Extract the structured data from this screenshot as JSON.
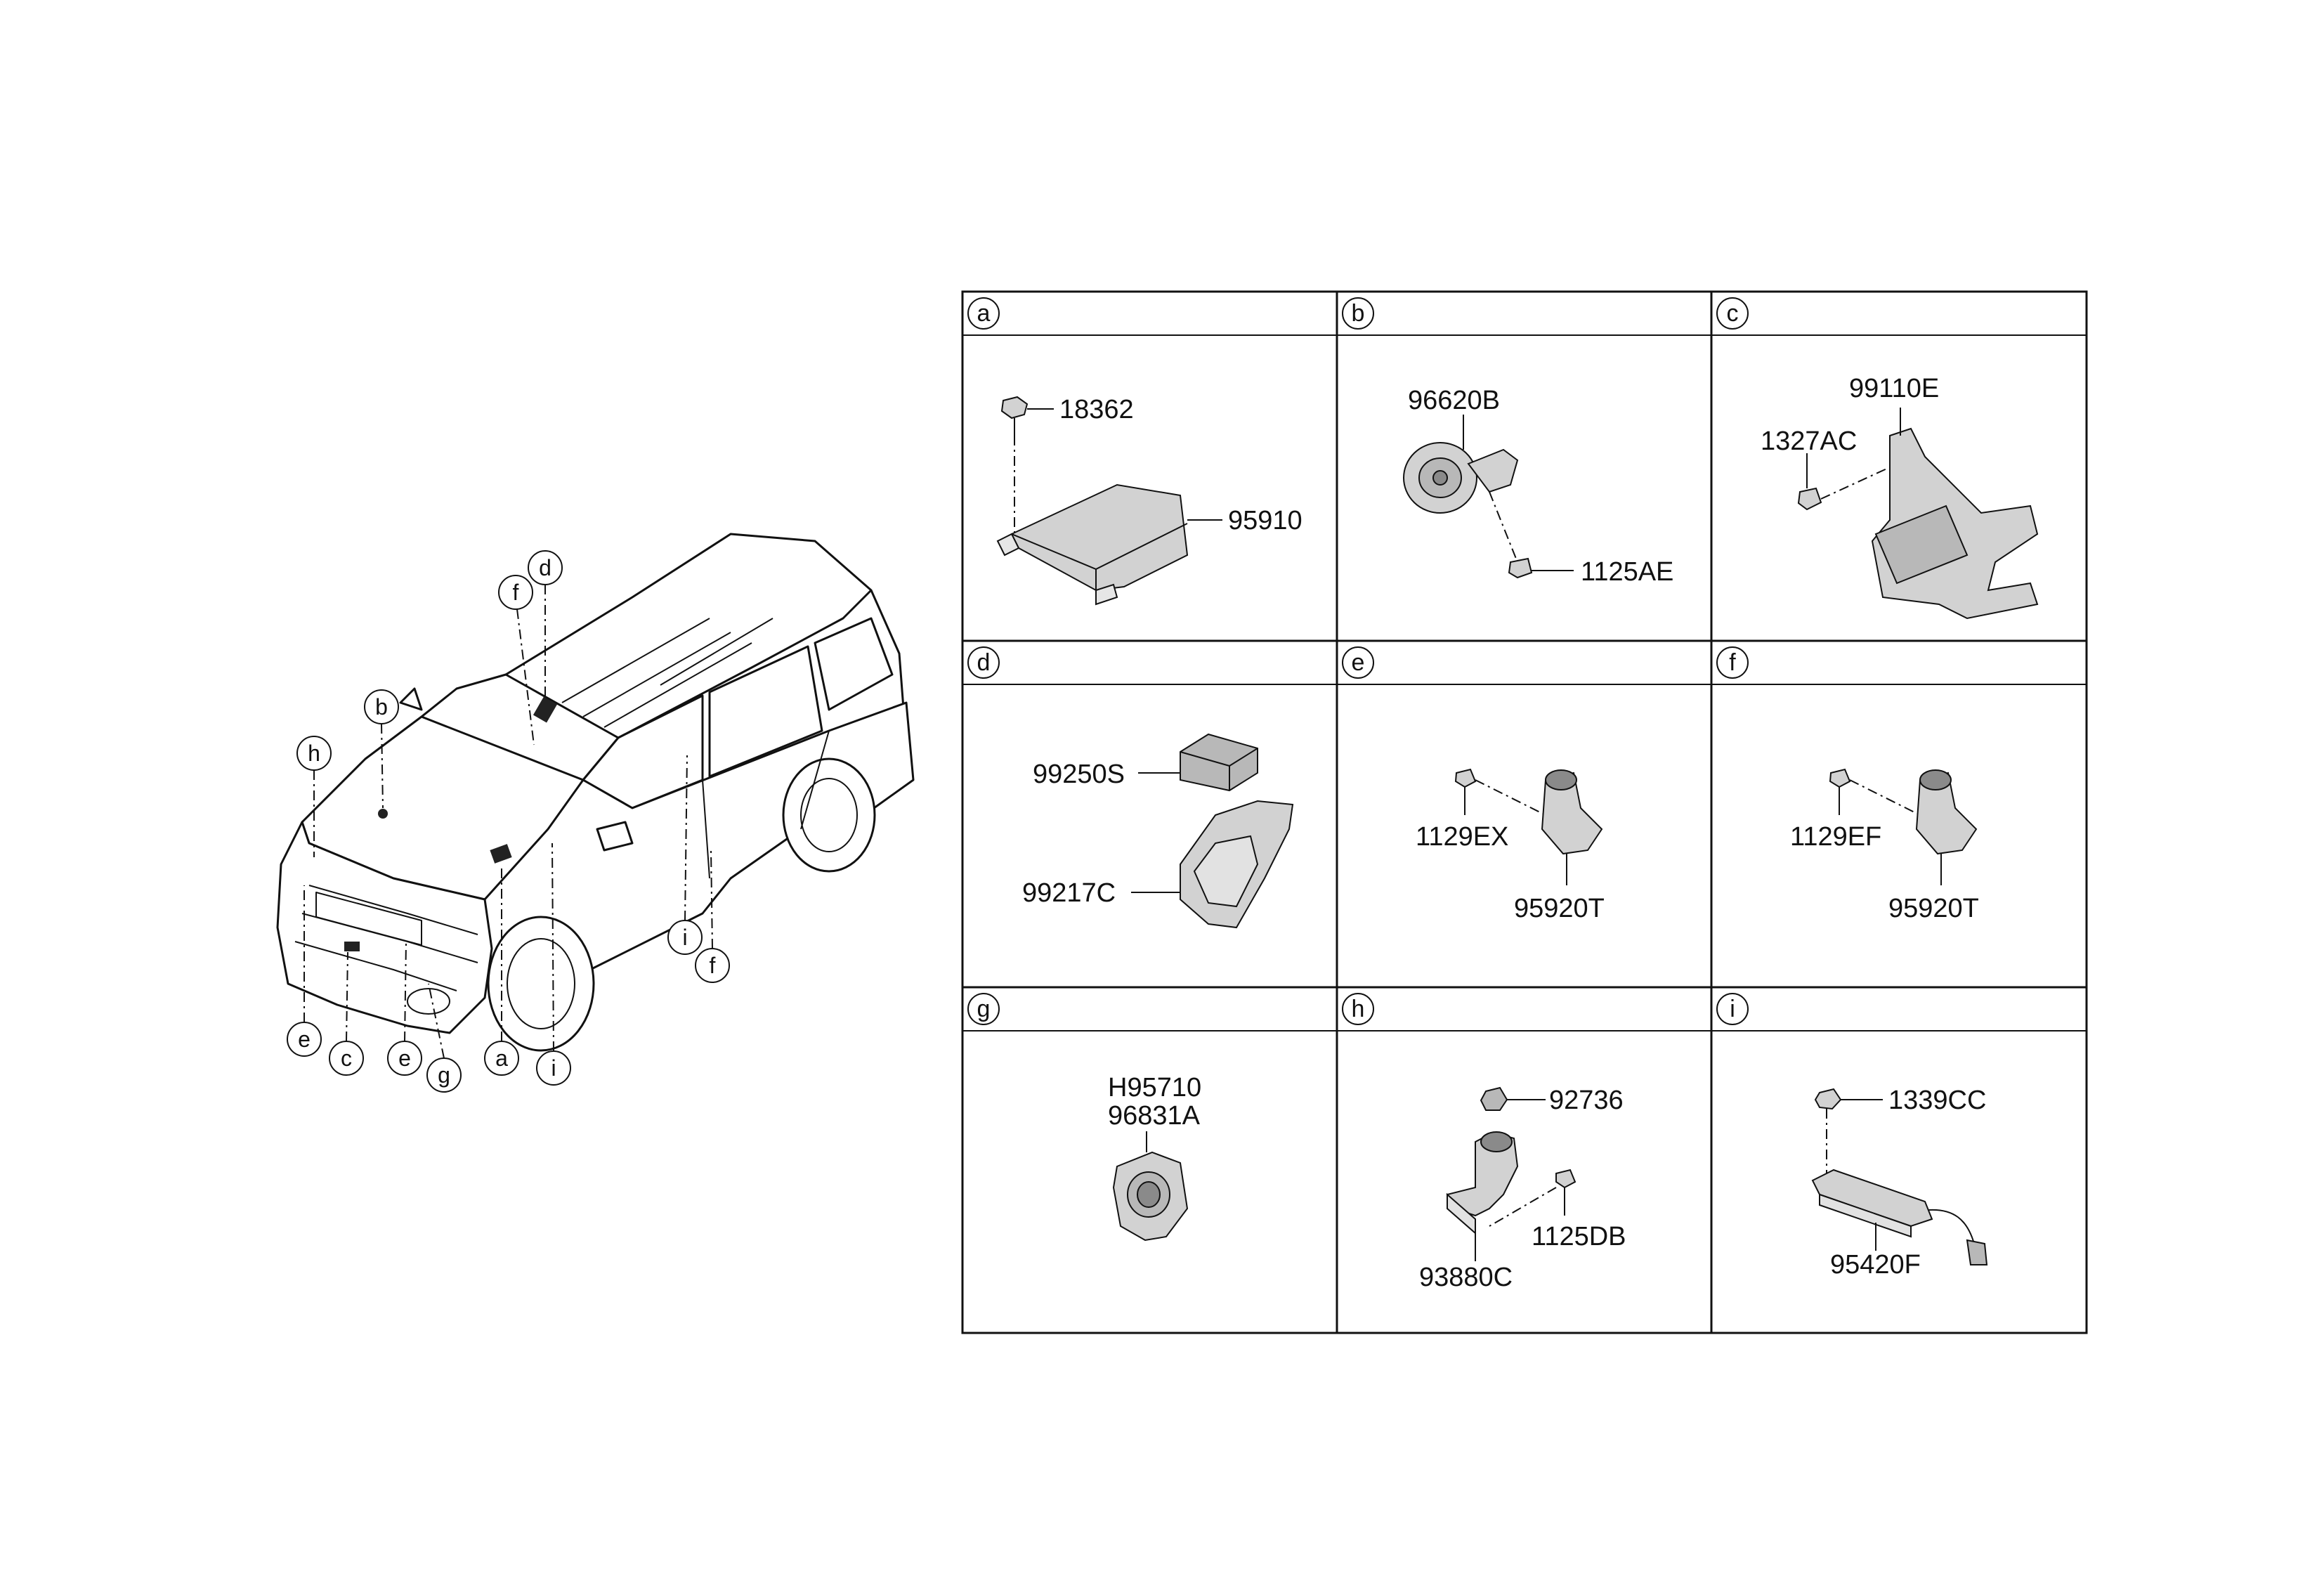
{
  "car": {
    "callouts": [
      "a",
      "b",
      "c",
      "d",
      "e",
      "e",
      "f",
      "f",
      "g",
      "h",
      "i",
      "i"
    ]
  },
  "table": {
    "cells": [
      {
        "letter": "a",
        "parts": [
          "18362",
          "95910"
        ]
      },
      {
        "letter": "b",
        "parts": [
          "96620B",
          "1125AE"
        ]
      },
      {
        "letter": "c",
        "parts": [
          "99110E",
          "1327AC"
        ]
      },
      {
        "letter": "d",
        "parts": [
          "99250S",
          "99217C"
        ]
      },
      {
        "letter": "e",
        "parts": [
          "1129EX",
          "95920T"
        ]
      },
      {
        "letter": "f",
        "parts": [
          "1129EF",
          "95920T"
        ]
      },
      {
        "letter": "g",
        "parts": [
          "H95710",
          "96831A"
        ]
      },
      {
        "letter": "h",
        "parts": [
          "92736",
          "1125DB",
          "93880C"
        ]
      },
      {
        "letter": "i",
        "parts": [
          "1339CC",
          "95420F"
        ]
      }
    ]
  },
  "colors": {
    "line": "#111111",
    "part_fill": "#d2d2d2",
    "part_dark": "#8a8a8a",
    "black_part": "#222222"
  }
}
